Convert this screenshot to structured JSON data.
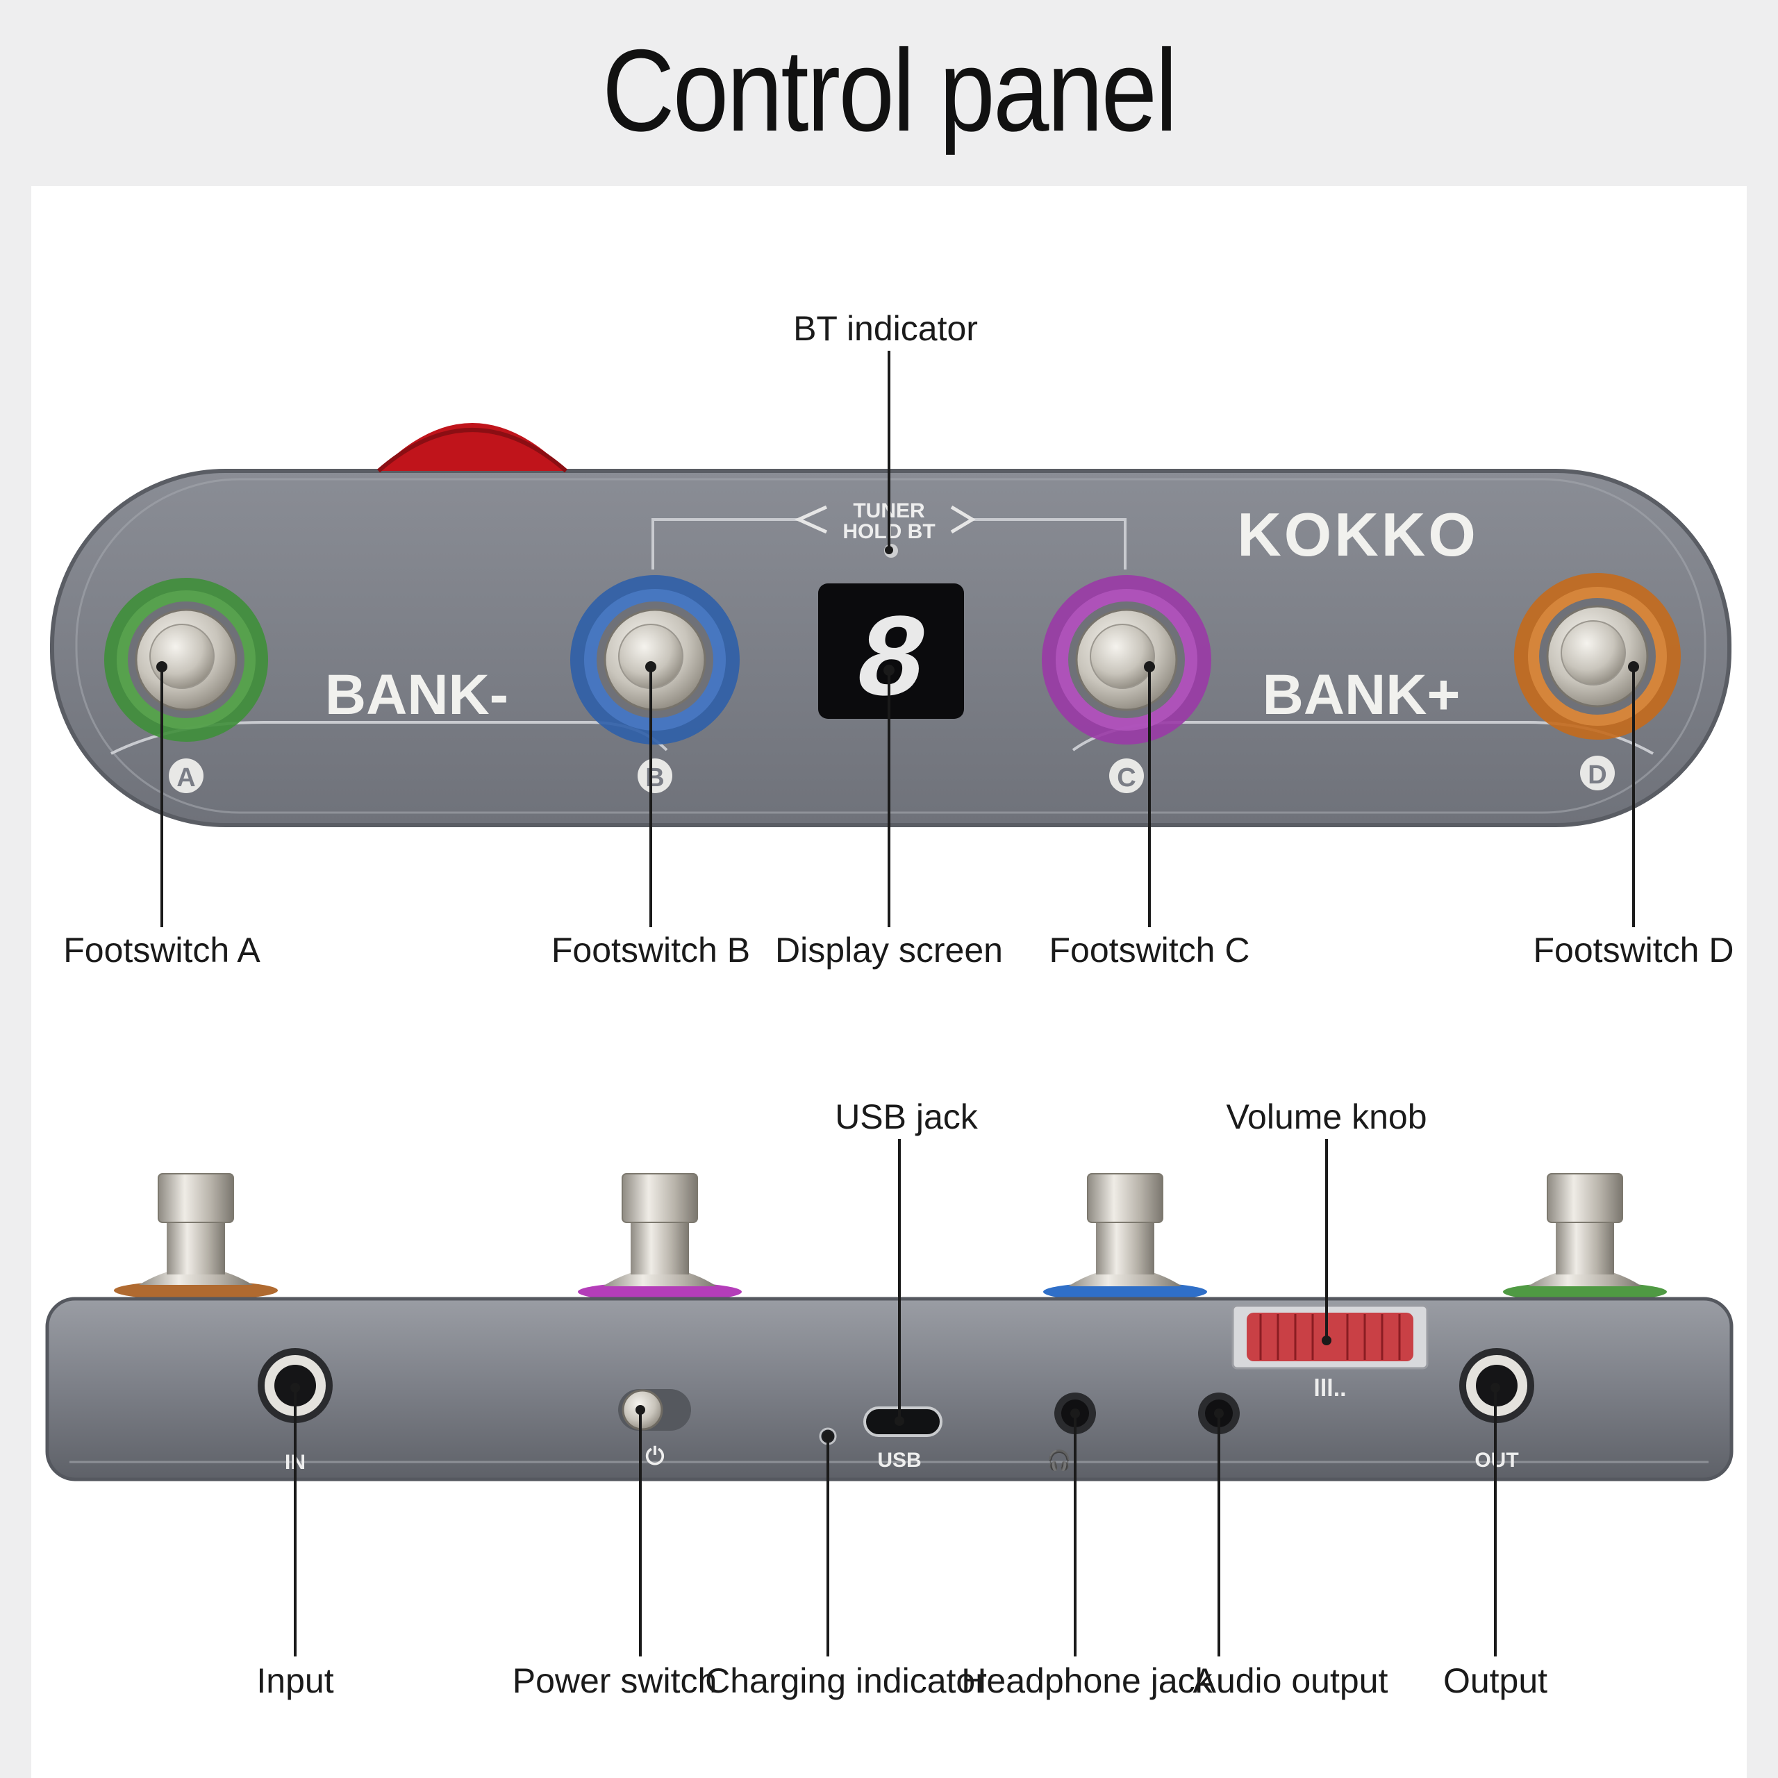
{
  "title": "Control panel",
  "top_view": {
    "brand": "KOKKO",
    "bank_minus": "BANK-",
    "bank_plus": "BANK+",
    "tuner_line1": "TUNER",
    "tuner_line2": "HOLD BT",
    "display_digit": "8",
    "switch_letters": [
      "A",
      "B",
      "C",
      "D"
    ],
    "colors": {
      "a": "#3f8f3a",
      "b": "#2f5fa8",
      "c": "#9a3aa6",
      "d": "#c46a1c",
      "body": "#7a7d86",
      "wheel": "#c0141b"
    }
  },
  "side_view": {
    "jack_in": "IN",
    "jack_out": "OUT",
    "usb": "USB",
    "power_symbol": "⏻",
    "headphone_symbol": "🎧",
    "volume_symbol": "lll.."
  },
  "labels": {
    "bt_indicator": "BT indicator",
    "footswitch_a": "Footswitch A",
    "footswitch_b": "Footswitch B",
    "display_screen": "Display screen",
    "footswitch_c": "Footswitch C",
    "footswitch_d": "Footswitch D",
    "usb_jack": "USB jack",
    "volume_knob": "Volume knob",
    "input": "Input",
    "power_switch": "Power switch",
    "charging_indicator": "Charging indicator",
    "headphone_jack": "Headphone jack",
    "audio_output": "Audio output",
    "output": "Output"
  }
}
